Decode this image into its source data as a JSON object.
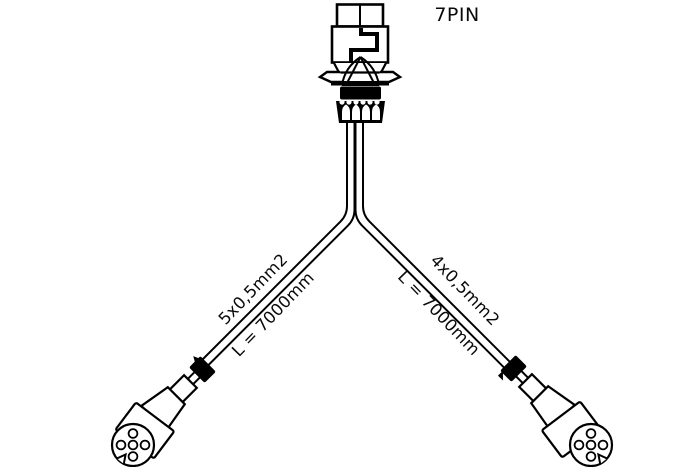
{
  "labels": {
    "pin": "7PIN",
    "left_spec": "5x0,5mm2",
    "left_length": "L = 7000mm",
    "right_spec": "4x0,5mm2",
    "right_length": "L = 7000mm"
  },
  "connectors": {
    "left_end": {
      "pin_holes": 5
    },
    "right_end": {
      "pin_holes": 5
    }
  },
  "colors": {
    "line": "#000000",
    "background": "#ffffff"
  }
}
